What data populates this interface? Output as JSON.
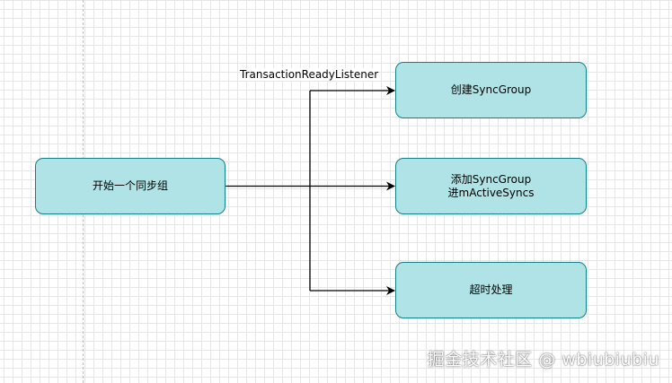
{
  "diagram": {
    "nodes": {
      "start": {
        "lines": [
          "开始一个同步组"
        ]
      },
      "create": {
        "lines": [
          "创建SyncGroup"
        ]
      },
      "add": {
        "lines": [
          "添加SyncGroup",
          "进mActiveSyncs"
        ]
      },
      "timeout": {
        "lines": [
          "超时处理"
        ]
      }
    },
    "edge_label": "TransactionReadyListener",
    "colors": {
      "node_fill": "#b0e3e6",
      "node_stroke": "#0e8088",
      "edge": "#000000",
      "grid": "#e6e6e6"
    }
  },
  "watermark": "掘金技术社区 @ wbiubiubiu"
}
